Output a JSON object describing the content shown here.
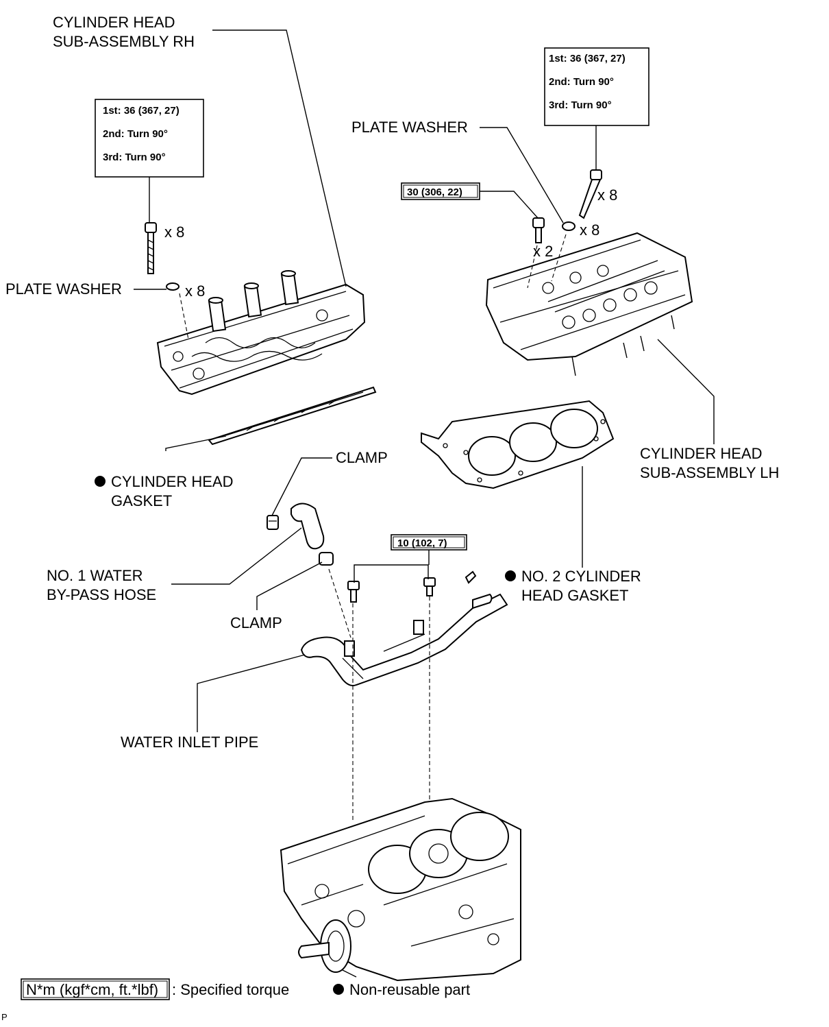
{
  "labels": {
    "cyl_head_rh_line1": "CYLINDER HEAD",
    "cyl_head_rh_line2": "SUB-ASSEMBLY RH",
    "plate_washer_left": "PLATE WASHER",
    "plate_washer_right": "PLATE WASHER",
    "cyl_head_gasket_line1": "CYLINDER HEAD",
    "cyl_head_gasket_line2": "GASKET",
    "clamp_top": "CLAMP",
    "clamp_bottom": "CLAMP",
    "bypass_hose_line1": "NO. 1 WATER",
    "bypass_hose_line2": "BY-PASS HOSE",
    "water_inlet_pipe": "WATER INLET PIPE",
    "no2_gasket_line1": "NO. 2 CYLINDER",
    "no2_gasket_line2": "HEAD GASKET",
    "cyl_head_lh_line1": "CYLINDER HEAD",
    "cyl_head_lh_line2": "SUB-ASSEMBLY LH"
  },
  "quantities": {
    "rh_bolts": "x 8",
    "rh_washers": "x 8",
    "lh_bolts": "x 8",
    "lh_washers": "x 8",
    "lh_small_bolts": "x 2"
  },
  "torque_boxes": {
    "rh_head_bolt": {
      "line1": "1st: 36 (367, 27)",
      "line2": "2nd: Turn 90°",
      "line3": "3rd: Turn 90°"
    },
    "lh_head_bolt": {
      "line1": "1st: 36 (367, 27)",
      "line2": "2nd: Turn 90°",
      "line3": "3rd: Turn 90°"
    },
    "lh_small_bolt": "30 (306, 22)",
    "pipe_bolt": "10 (102, 7)"
  },
  "legend": {
    "torque_unit_box": "N*m (kgf*cm, ft.*lbf)",
    "torque_text": ": Specified torque",
    "nonreusable_text": "Non-reusable part"
  },
  "corner_mark": "P"
}
